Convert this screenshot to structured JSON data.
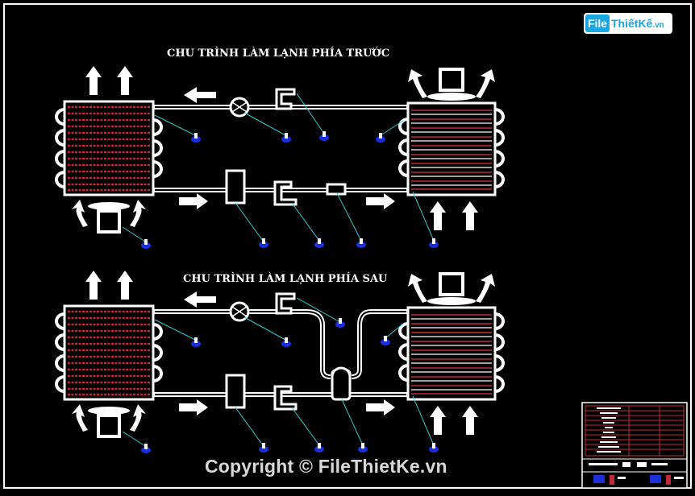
{
  "diagram": {
    "front_title": "CHU TRÌNH LÀM LẠNH PHÍA TRƯỚC",
    "rear_title": "CHU TRÌNH LÀM LẠNH PHÍA SAU"
  },
  "watermark": {
    "copyright": "Copyright © FileThietKe.vn",
    "logo_file": "File",
    "logo_brand": "ThiếtKế",
    "logo_tld": ".vn"
  },
  "colors": {
    "background": "#000000",
    "pipe": "#ffffff",
    "coil": "#c0283c",
    "leader": "#2ec8c8",
    "tag": "#1a2fd8",
    "brand": "#1aa6e0"
  }
}
